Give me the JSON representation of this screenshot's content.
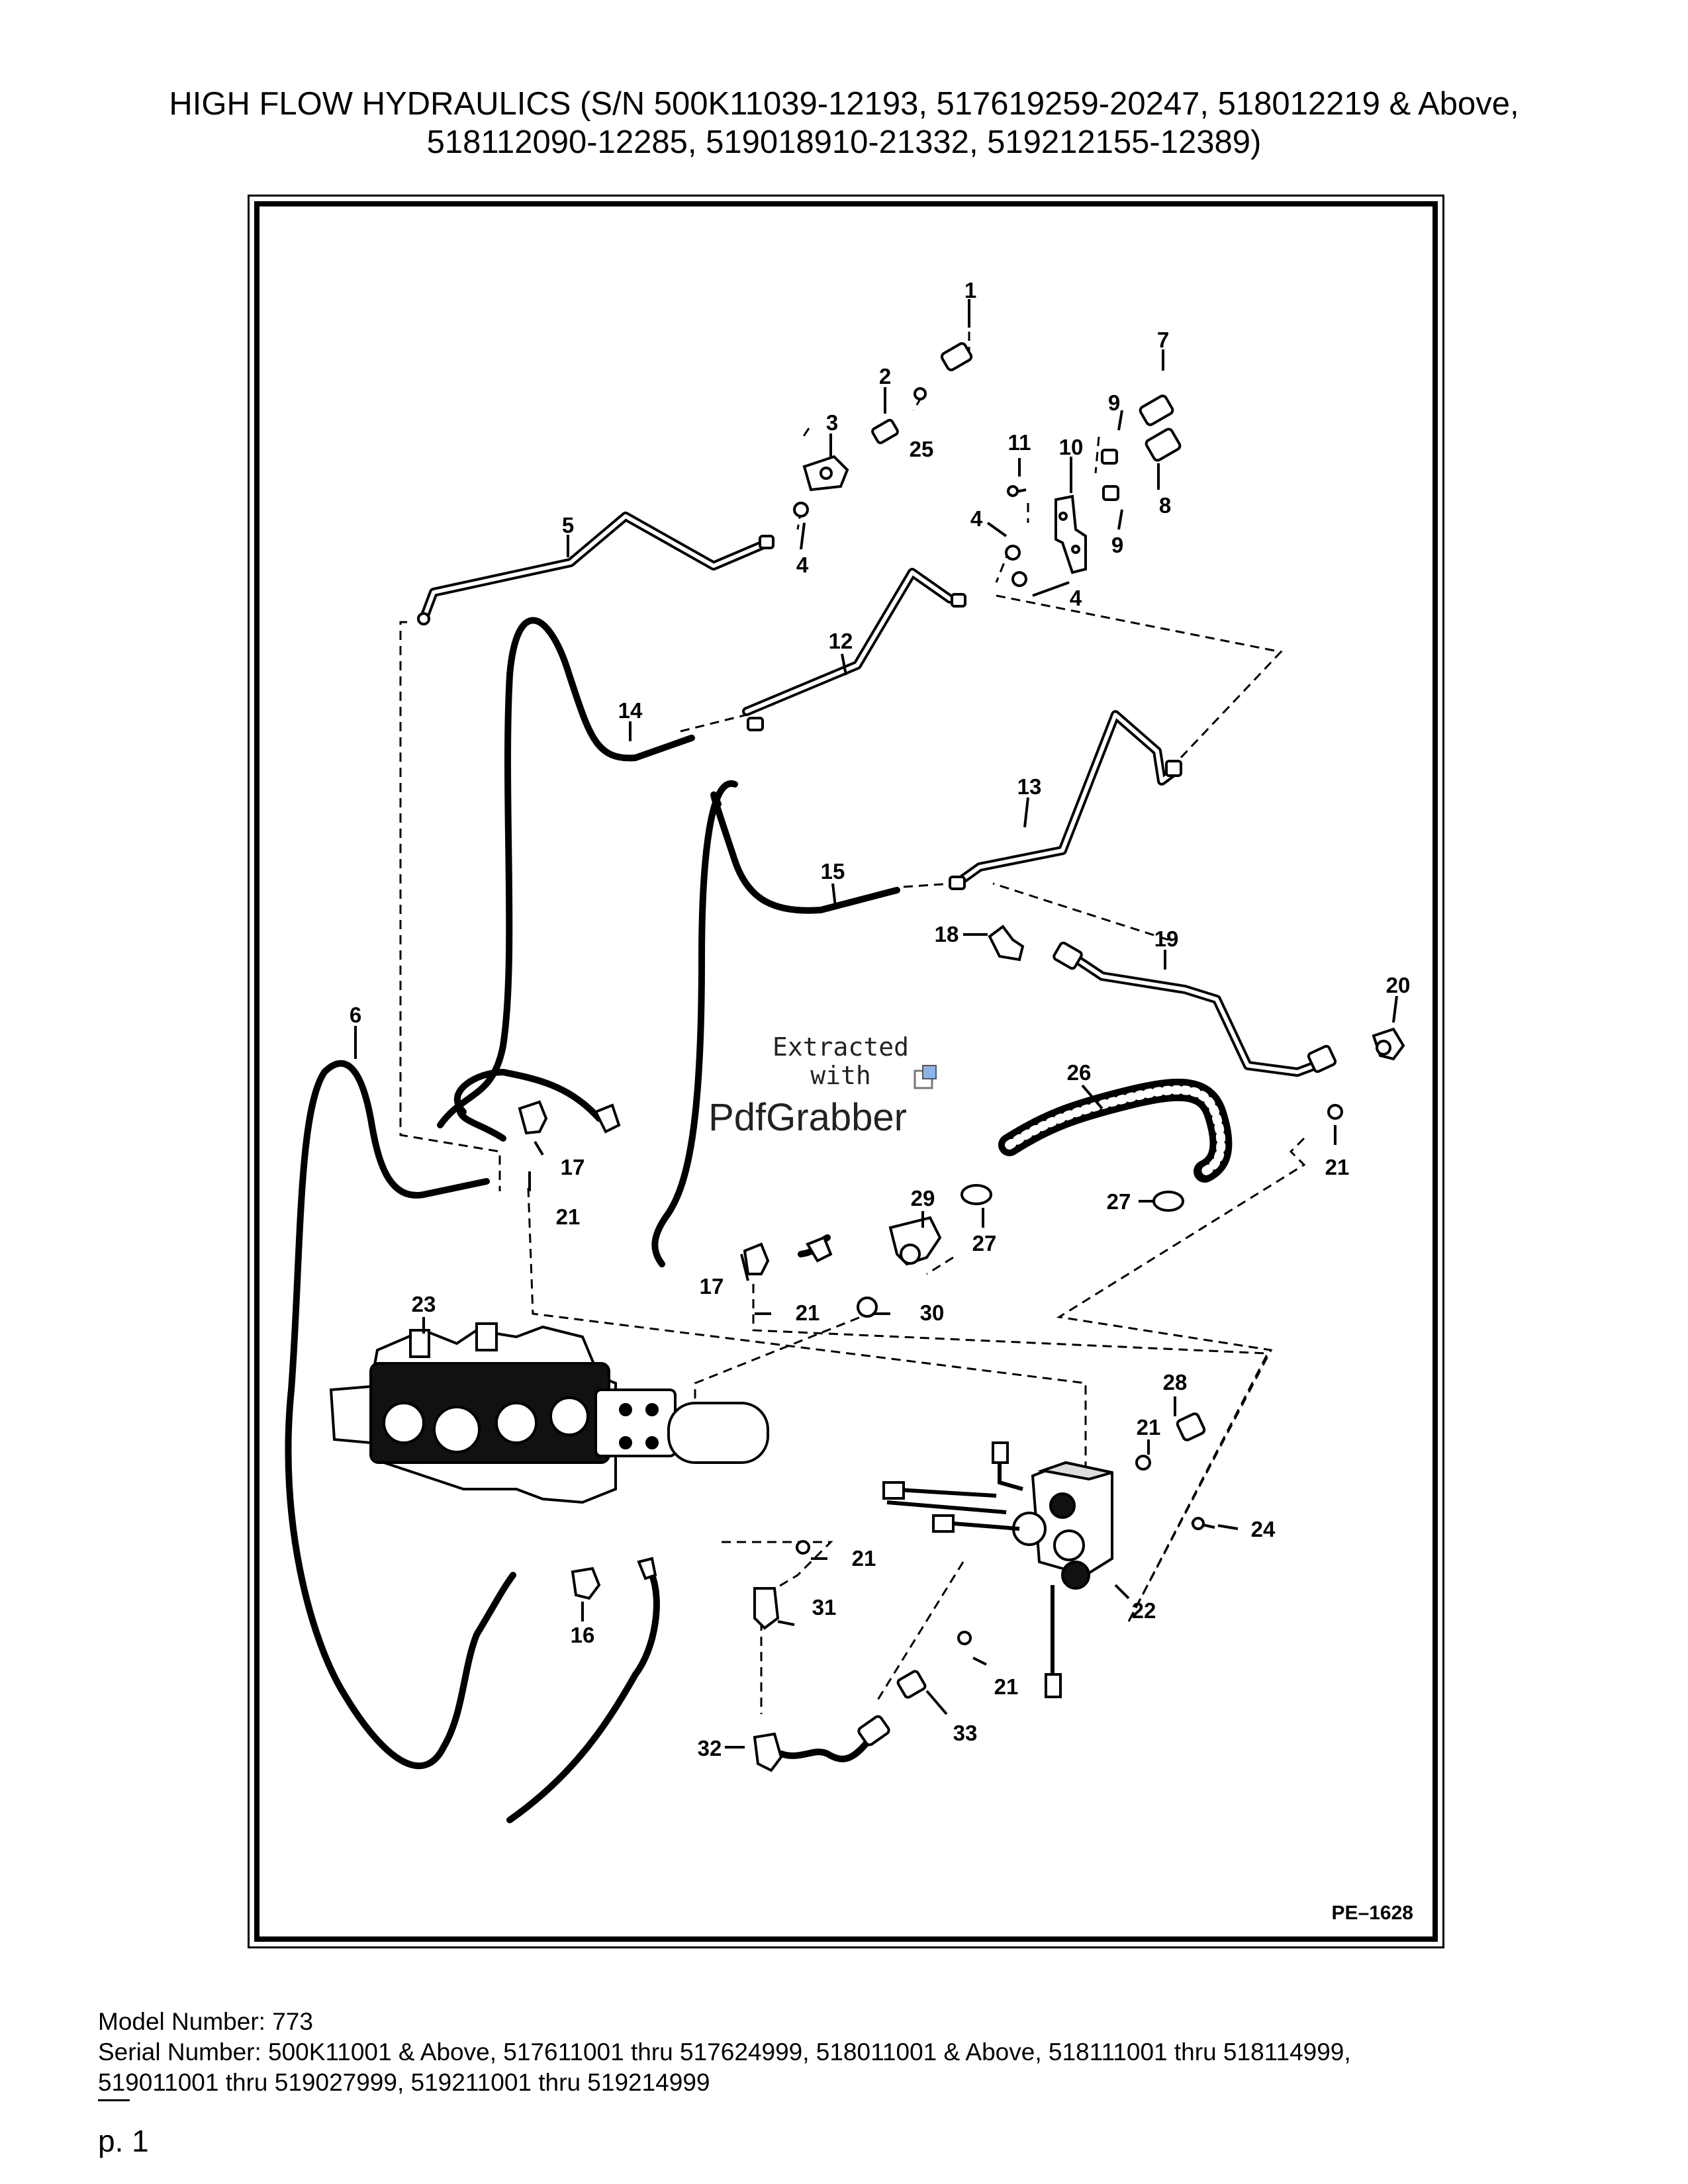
{
  "title": {
    "line1": "HIGH FLOW HYDRAULICS (S/N 500K11039-12193, 517619259-20247, 518012219 & Above,",
    "line2": "518112090-12285, 519018910-21332, 519212155-12389)"
  },
  "diagram": {
    "figure_code": "PE–1628",
    "watermark": {
      "line1": "Extracted",
      "line2": "with",
      "brand": "PdfGrabber"
    },
    "callouts": [
      "1",
      "2",
      "3",
      "25",
      "5",
      "4",
      "7",
      "9",
      "11",
      "10",
      "8",
      "4",
      "9",
      "4",
      "12",
      "14",
      "13",
      "15",
      "18",
      "19",
      "20",
      "6",
      "17",
      "21",
      "26",
      "29",
      "27",
      "27",
      "21",
      "23",
      "17",
      "21",
      "30",
      "28",
      "21",
      "24",
      "22",
      "21",
      "31",
      "16",
      "21",
      "33",
      "32"
    ]
  },
  "footer": {
    "model": "Model Number: 773",
    "serial_line1": "Serial Number: 500K11001 & Above, 517611001 thru 517624999, 518011001 & Above, 518111001 thru 518114999,",
    "serial_line2": "519011001 thru 519027999, 519211001 thru 519214999",
    "page": "p. 1"
  }
}
